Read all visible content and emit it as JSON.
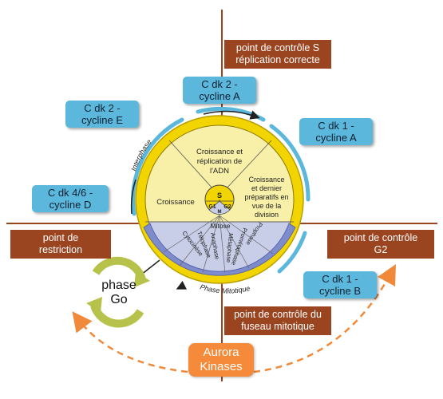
{
  "cdk_boxes": {
    "cdk2_a": {
      "line1": "C dk 2 -",
      "line2": "cycline A"
    },
    "cdk2_e": {
      "line1": "C dk 2 -",
      "line2": "cycline E"
    },
    "cdk1_a": {
      "line1": "C dk 1 -",
      "line2": "cycline A"
    },
    "cdk46_d": {
      "line1": "C dk 4/6 -",
      "line2": "cycline D"
    },
    "cdk1_b": {
      "line1": "C dk 1 -",
      "line2": "cycline B"
    }
  },
  "checkpoints": {
    "s_phase": {
      "line1": "point de contrôle S",
      "line2": "réplication correcte"
    },
    "restriction": {
      "line1": "point de",
      "line2": "restriction"
    },
    "g2": {
      "line1": "point de contrôle",
      "line2": "G2"
    },
    "spindle": {
      "line1": "point de contrôle du",
      "line2": "fuseau mitotique"
    }
  },
  "kinases": {
    "line1": "Aurora",
    "line2": "Kinases"
  },
  "phase_go": {
    "line1": "phase",
    "line2": "Go"
  },
  "wheel": {
    "interphase_label": "Interphase",
    "mitotic_label": "Phase Mitotique",
    "sector_top": [
      "Croissance et",
      "réplication de",
      "l'ADN"
    ],
    "sector_left": "Croissance",
    "sector_right": [
      "Croissance",
      "et dernier",
      "préparatifs en",
      "vue de la",
      "division"
    ],
    "center_s": "S",
    "center_g1": "G1",
    "center_g2": "G2",
    "center_m": "M",
    "mitose": "Mitose",
    "mitosis_phases": [
      "Cytocinèse",
      "Télophase",
      "Anaphase",
      "Métaphase",
      "Prométaphase",
      "Prophase"
    ]
  },
  "colors": {
    "cdk_fill": "#5bb8dc",
    "checkpoint_fill": "#9b4420",
    "kinase_fill": "#f58b3a",
    "wheel_ring": "#f2d400",
    "wheel_inner": "#f8f0a8",
    "mitosis_fill": "#c8cde8",
    "mitosis_band": "#7f8ccc",
    "axis_line": "#9b4420",
    "arrow_dash": "#f08a3a"
  }
}
